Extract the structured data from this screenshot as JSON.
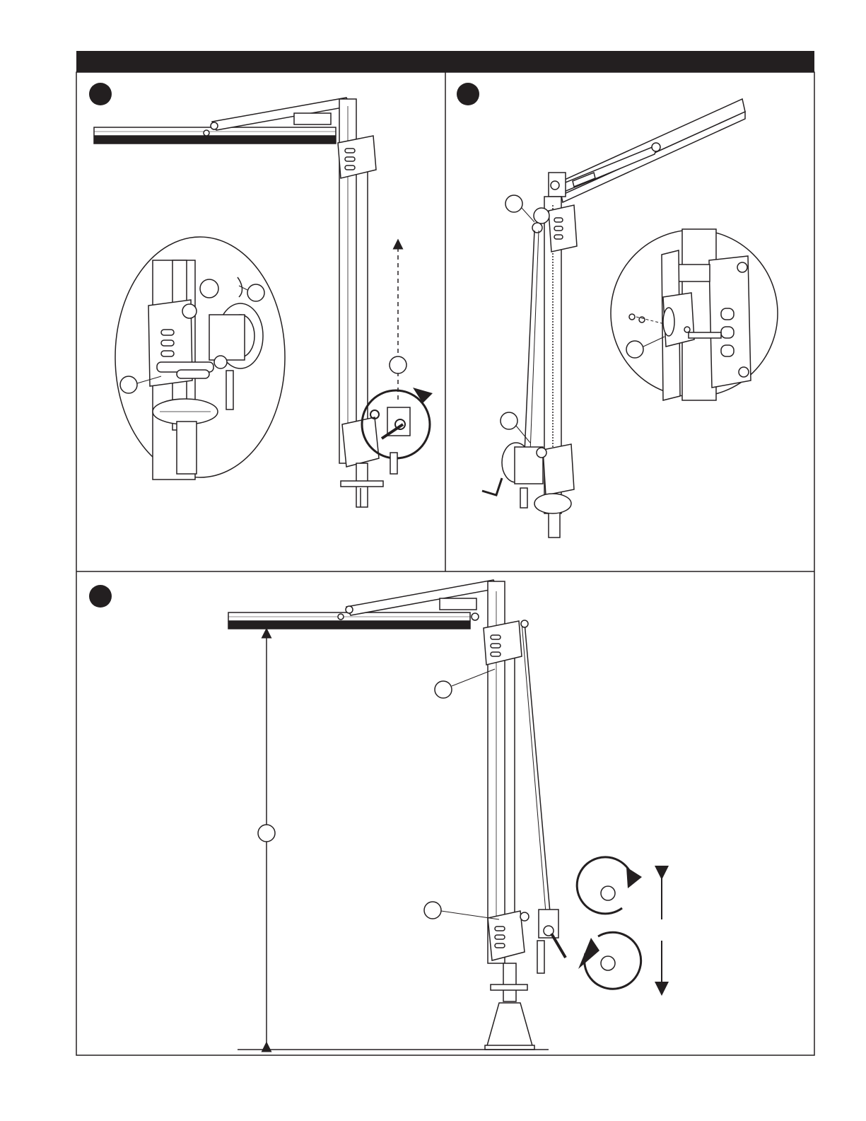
{
  "figure": {
    "header_bar_color": "#231f20",
    "line_color": "#231f20",
    "background": "#ffffff",
    "panels": [
      {
        "id": "panel-1",
        "step_badge": "",
        "callouts": [
          "",
          "",
          ""
        ]
      },
      {
        "id": "panel-2",
        "step_badge": "",
        "callouts": [
          "",
          "",
          ""
        ]
      },
      {
        "id": "panel-3",
        "step_badge": "",
        "callouts": [
          "",
          "",
          ""
        ],
        "rotation_icons": [
          "clockwise-arrow-icon",
          "counterclockwise-arrow-icon"
        ],
        "direction_icon": "up-down-arrow-icon"
      }
    ]
  }
}
